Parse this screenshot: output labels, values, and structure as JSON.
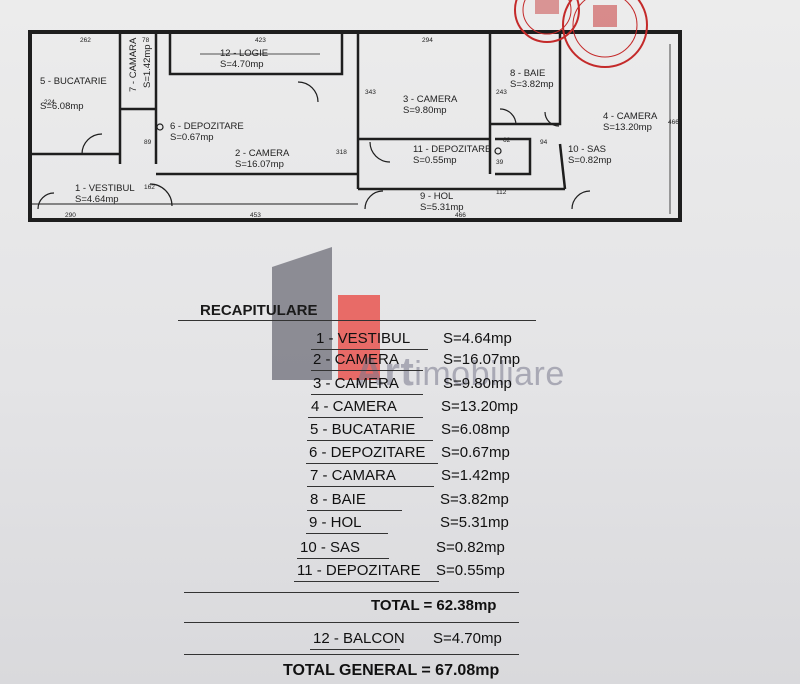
{
  "plan": {
    "rooms": [
      {
        "id": "1",
        "name": "1 - VESTIBUL",
        "area": "S=4.64mp"
      },
      {
        "id": "2",
        "name": "2 - CAMERA",
        "area": "S=16.07mp"
      },
      {
        "id": "3",
        "name": "3 - CAMERA",
        "area": "S=9.80mp"
      },
      {
        "id": "4",
        "name": "4 - CAMERA",
        "area": "S=13.20mp"
      },
      {
        "id": "5",
        "name": "5 - BUCATARIE",
        "area": "S=6.08mp"
      },
      {
        "id": "6",
        "name": "6 - DEPOZITARE",
        "area": "S=0.67mp"
      },
      {
        "id": "7",
        "name": "7 - CAMARA",
        "area": "S=1.42mp"
      },
      {
        "id": "8",
        "name": "8 - BAIE",
        "area": "S=3.82mp"
      },
      {
        "id": "9",
        "name": "9 - HOL",
        "area": "S=5.31mp"
      },
      {
        "id": "10",
        "name": "10 - SAS",
        "area": "S=0.82mp"
      },
      {
        "id": "11",
        "name": "11 - DEPOZITARE",
        "area": "S=0.55mp"
      },
      {
        "id": "12",
        "name": "12 - LOGIE",
        "area": "S=4.70mp"
      }
    ],
    "dims": [
      "262",
      "78",
      "423",
      "294",
      "243",
      "290",
      "453",
      "466",
      "466",
      "318",
      "343",
      "224",
      "162",
      "94",
      "112",
      "62",
      "39",
      "89"
    ]
  },
  "watermark": {
    "brand": "Art",
    "suffix": "imobiliare"
  },
  "recap": {
    "title": "RECAPITULARE",
    "rows": [
      {
        "name": "1 - VESTIBUL",
        "value": "S=4.64mp"
      },
      {
        "name": "2 - CAMERA",
        "value": "S=16.07mp"
      },
      {
        "name": "3 - CAMERA",
        "value": "S=9.80mp"
      },
      {
        "name": "4 - CAMERA",
        "value": "S=13.20mp"
      },
      {
        "name": "5 - BUCATARIE",
        "value": "S=6.08mp"
      },
      {
        "name": "6 - DEPOZITARE",
        "value": "S=0.67mp"
      },
      {
        "name": "7 - CAMARA",
        "value": "S=1.42mp"
      },
      {
        "name": "8 - BAIE",
        "value": "S=3.82mp"
      },
      {
        "name": "9 - HOL",
        "value": "S=5.31mp"
      },
      {
        "name": "10 - SAS",
        "value": "S=0.82mp"
      },
      {
        "name": "11 - DEPOZITARE",
        "value": "S=0.55mp"
      }
    ],
    "total": "TOTAL = 62.38mp",
    "balcon": {
      "name": "12 - BALCON",
      "value": "S=4.70mp"
    },
    "total_general": "TOTAL GENERAL = 67.08mp"
  },
  "colors": {
    "stamp": "#c42a2a",
    "watermark_red": "#e8413c",
    "watermark_gray": "#6e6e78"
  }
}
